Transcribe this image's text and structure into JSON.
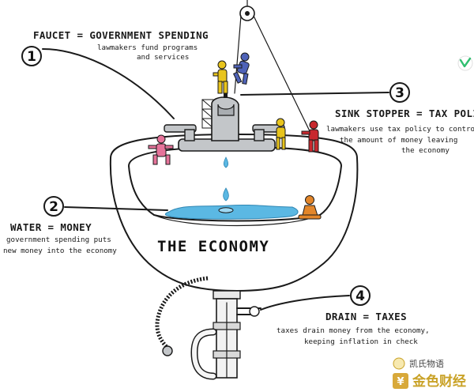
{
  "diagram": {
    "title": "THE ECONOMY",
    "callouts": [
      {
        "number": "1",
        "heading": "FAUCET = GOVERNMENT SPENDING",
        "lines": [
          "lawmakers fund programs",
          "and services"
        ]
      },
      {
        "number": "2",
        "heading": "WATER = MONEY",
        "lines": [
          "government spending puts",
          "new money into the economy"
        ]
      },
      {
        "number": "3",
        "heading": "SINK STOPPER = TAX POLICY",
        "lines": [
          "lawmakers use tax policy to control",
          "the amount of money leaving",
          "the economy"
        ]
      },
      {
        "number": "4",
        "heading": "DRAIN = TAXES",
        "lines": [
          "taxes drain money from the economy,",
          "keeping inflation in check"
        ]
      }
    ]
  },
  "watermark": {
    "small_text": "凯氏物语",
    "large_text": "金色财经"
  },
  "colors": {
    "water": "#5bb8e3",
    "figure_pink": "#e6739a",
    "figure_yellow": "#e8c41c",
    "figure_blue": "#4f63b8",
    "figure_red": "#c8282e",
    "figure_orange": "#e3862a",
    "logo_green": "#2fbf6f"
  }
}
